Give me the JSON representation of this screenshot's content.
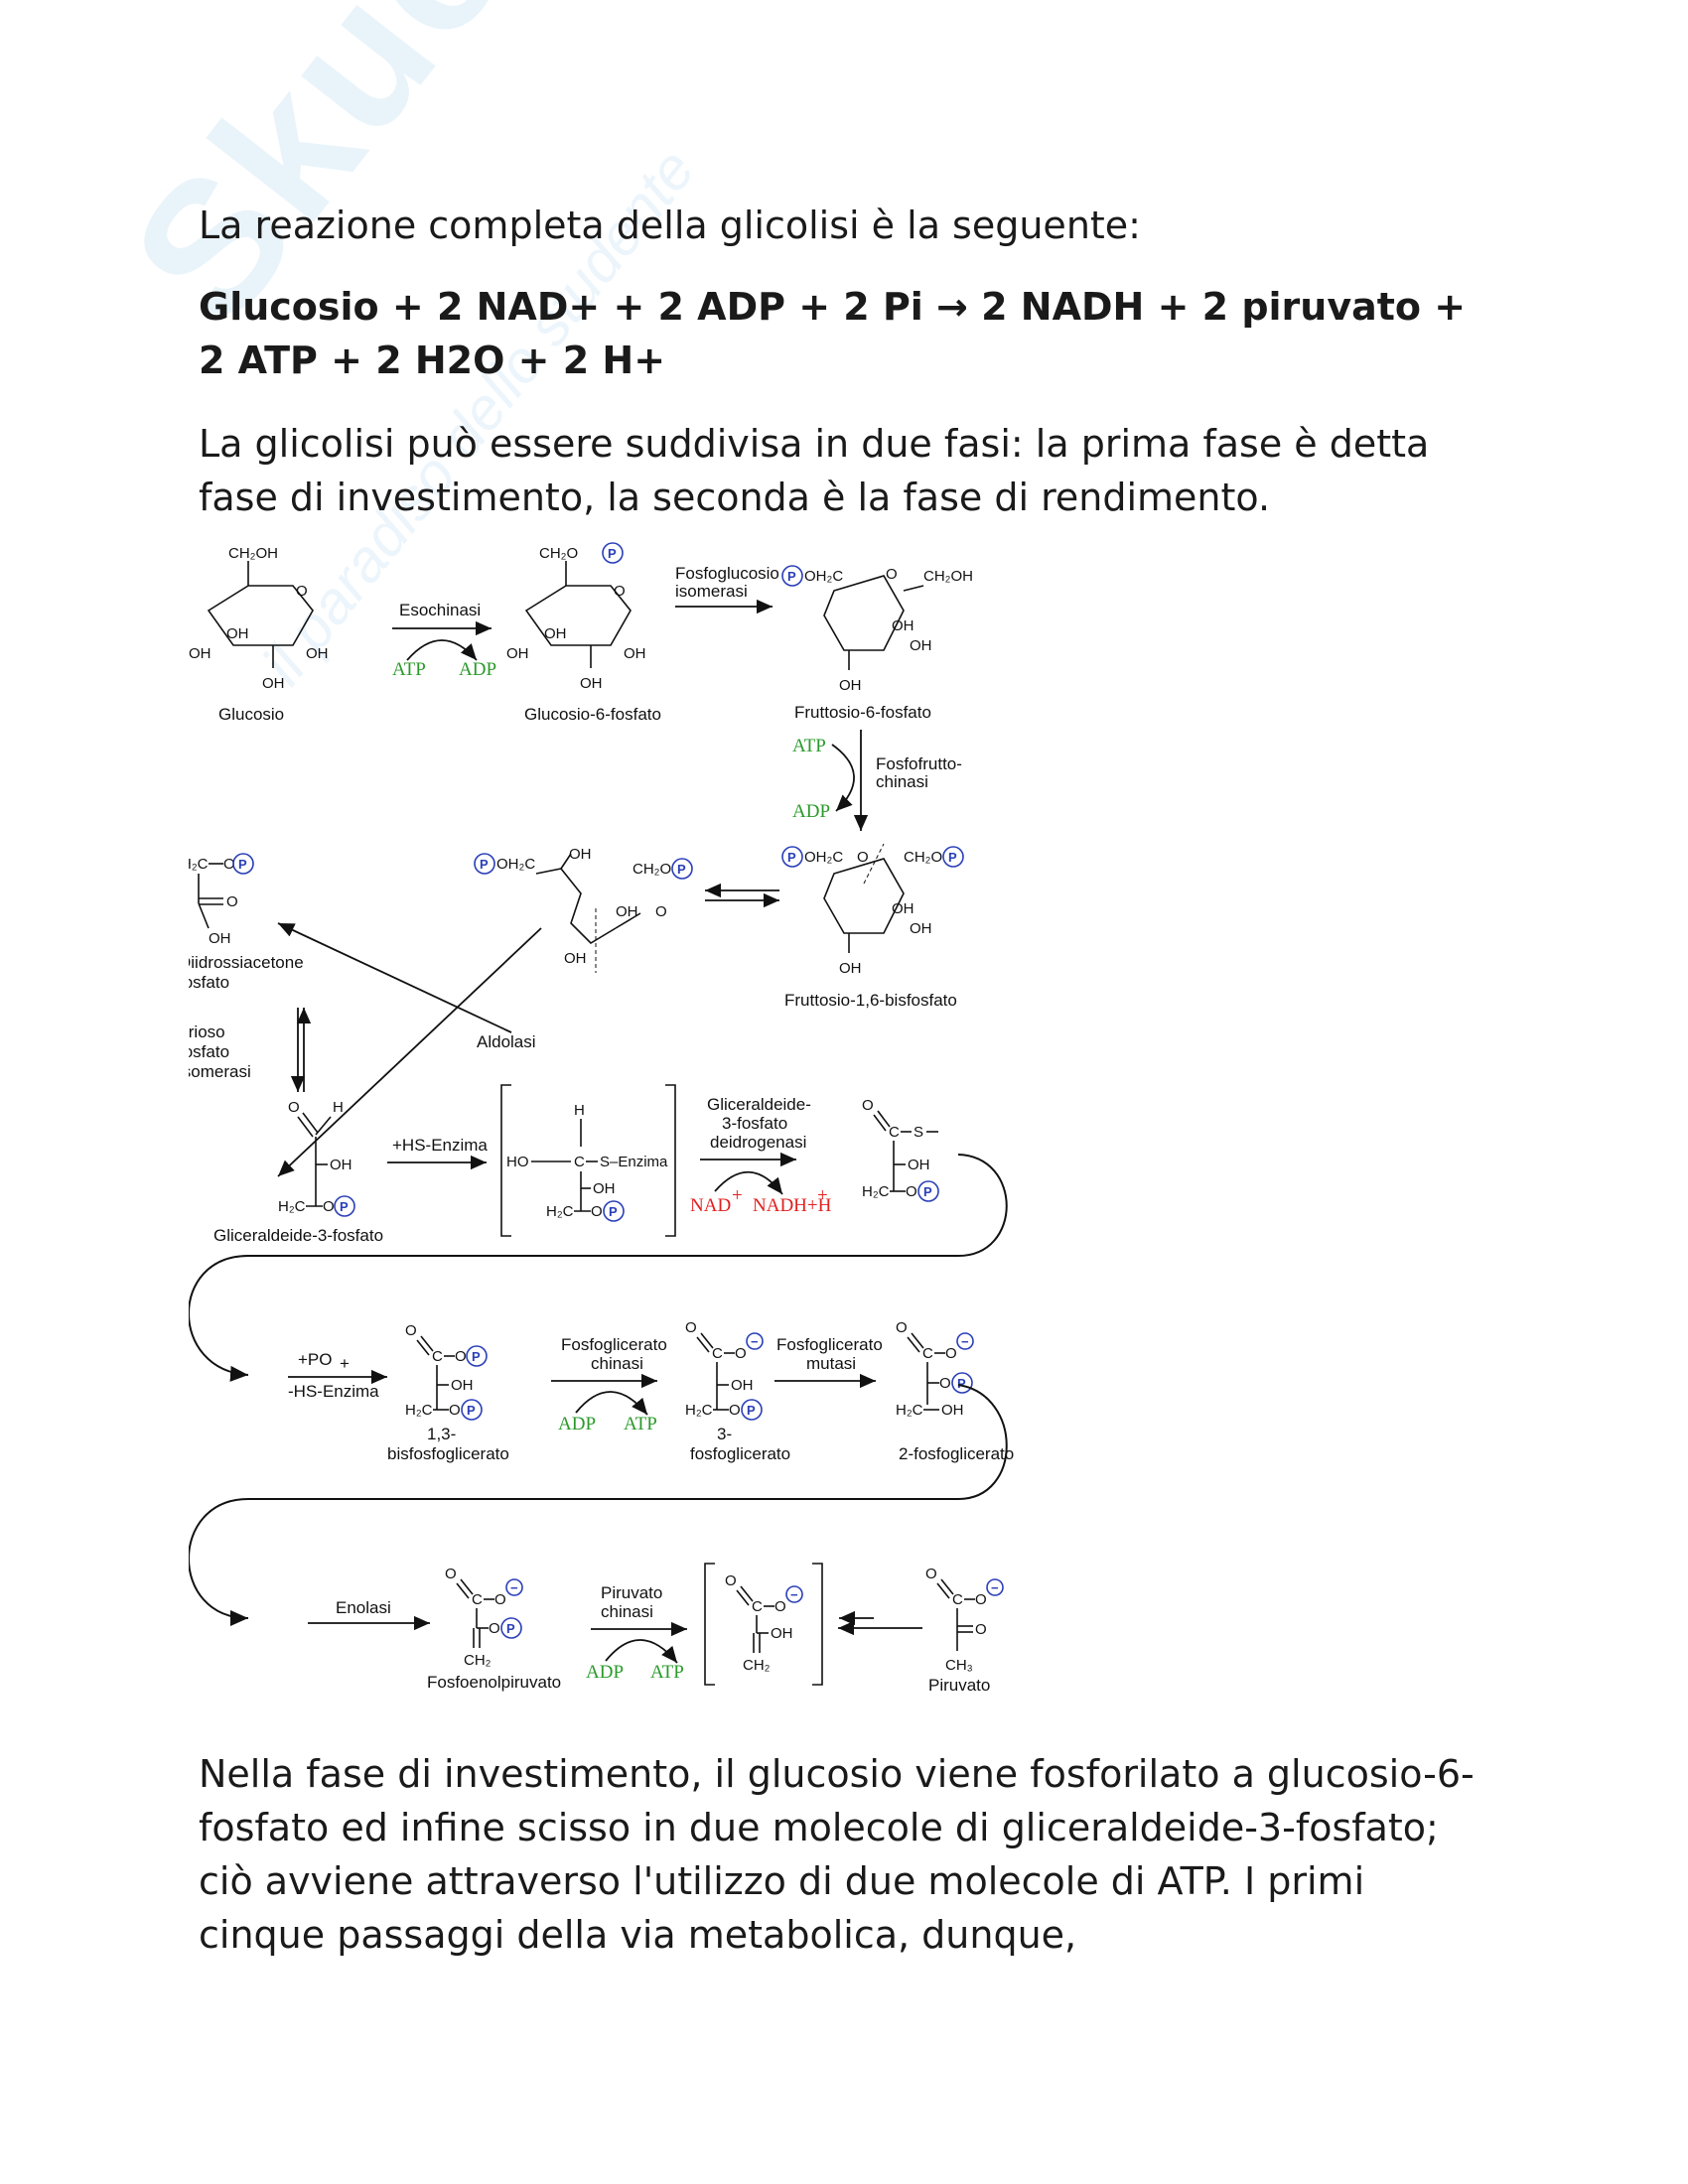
{
  "text": {
    "intro": "La reazione completa della glicolisi è la seguente:",
    "equation": "Glucosio + 2 NAD+ + 2 ADP + 2 Pi → 2 NADH + 2 piruvato + 2 ATP + 2 H2O + 2 H+",
    "phases": "La glicolisi può essere suddivisa in due fasi: la prima fase è detta fase di investimento, la seconda è la fase di rendimento.",
    "investment": "Nella fase di investimento, il glucosio viene fosforilato a glucosio-6-fosfato ed infine scisso in due molecole di gliceraldeide-3-fosfato; ciò avviene attraverso l'utilizzo di due molecole di ATP. I primi cinque passaggi della via metabolica, dunque,"
  },
  "watermark": {
    "brand": "Skuola.net",
    "tagline": "il paradiso dello studente"
  },
  "diagram": {
    "compounds": {
      "glucose": "Glucosio",
      "g6p": "Glucosio-6-fosfato",
      "f6p": "Fruttosio-6-fosfato",
      "f16bp": "Fruttosio-1,6-bisfosfato",
      "dhap_1": "Diidrossiacetone",
      "dhap_2": "fosfato",
      "gap": "Gliceraldeide-3-fosfato",
      "bpg_1": "1,3-",
      "bpg_2": "bisfosfoglicerato",
      "pg3_1": "3-",
      "pg3_2": "fosfoglicerato",
      "pg2": "2-fosfoglicerato",
      "pep": "Fosfoenolpiruvato",
      "pyruvate": "Piruvato"
    },
    "enzymes": {
      "hexokinase": "Esochinasi",
      "pgi_1": "Fosfoglucosio",
      "pgi_2": "isomerasi",
      "pfk_1": "Fosfofrutto-",
      "pfk_2": "chinasi",
      "aldolase": "Aldolasi",
      "tpi_1": "Trioso",
      "tpi_2": "fosfato",
      "tpi_3": "isomerasi",
      "gapdh_1": "Gliceraldeide-",
      "gapdh_2": "3-fosfato",
      "gapdh_3": "deidrogenasi",
      "pgk_1": "Fosfoglicerato",
      "pgk_2": "chinasi",
      "pgm_1": "Fosfoglicerato",
      "pgm_2": "mutasi",
      "enolase": "Enolasi",
      "pk_1": "Piruvato",
      "pk_2": "chinasi"
    },
    "reagents": {
      "atp": "ATP",
      "adp": "ADP",
      "nad": "NAD",
      "nadh": "NADH+H",
      "hs_enzyme": "+HS-Enzima",
      "po4": "+PO",
      "minus_hs": "-HS-Enzima"
    },
    "atoms": {
      "ch2oh": "CH₂OH",
      "ch2o": "CH₂O",
      "poh2c": "OH₂C",
      "h2c": "H₂C",
      "oh": "OH",
      "o": "O",
      "h": "H",
      "c": "C",
      "s": "S",
      "ho": "HO",
      "enzima": "S–Enzima",
      "ch2": "CH₂",
      "ch3": "CH₃",
      "p": "P",
      "minus": "−",
      "plus": "+"
    },
    "colors": {
      "atp_adp": "#2a9a2a",
      "nad": "#e02020",
      "phosphate": "#2a3fb8"
    }
  }
}
